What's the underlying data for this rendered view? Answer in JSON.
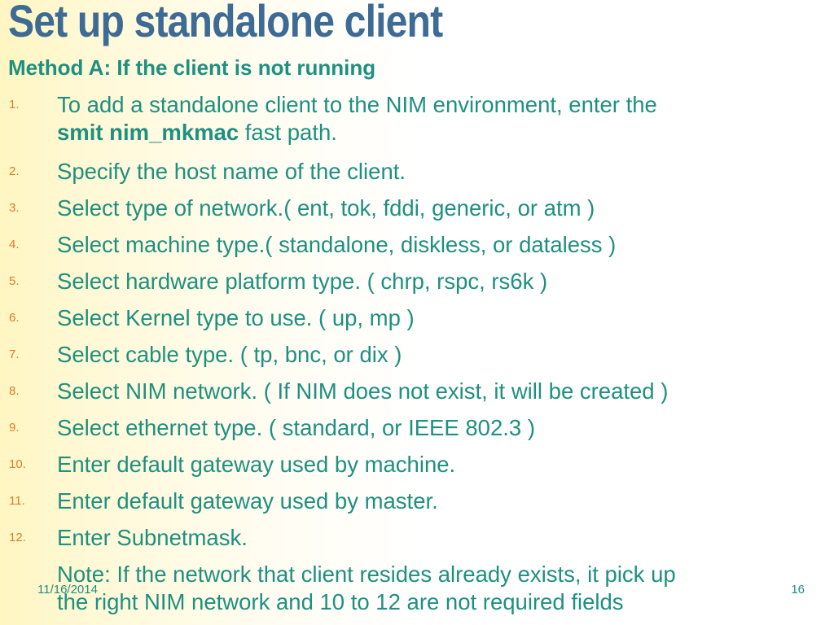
{
  "slide": {
    "title": "Set up standalone client",
    "subtitle": "Method A: If the client is not running",
    "steps": [
      {
        "num": "1.",
        "line1_pre": "To add a standalone client to the NIM environment, enter the",
        "line2_bold": "smit nim_mkmac",
        "line2_post": " fast path."
      },
      {
        "num": "2.",
        "text": "Specify the host name of the client."
      },
      {
        "num": "3.",
        "text": "Select type of network.( ent, tok, fddi, generic, or atm )"
      },
      {
        "num": "4.",
        "text": "Select machine type.( standalone, diskless, or dataless )"
      },
      {
        "num": "5.",
        "text": "Select hardware platform type. ( chrp, rspc, rs6k )"
      },
      {
        "num": "6.",
        "text": "Select Kernel type to use. ( up, mp )"
      },
      {
        "num": "7.",
        "text": "Select cable type. ( tp, bnc, or dix )"
      },
      {
        "num": "8.",
        "text": "Select NIM network. ( If NIM does not exist, it will be created )"
      },
      {
        "num": "9.",
        "text": "Select ethernet type. ( standard, or IEEE 802.3 )"
      },
      {
        "num": "10.",
        "text": "Enter default gateway used by machine."
      },
      {
        "num": "11.",
        "text": "Enter default gateway used by master."
      },
      {
        "num": "12.",
        "text": "Enter Subnetmask."
      }
    ],
    "note_line1": "Note: If the network that client resides already exists, it pick up",
    "note_line2": "the right NIM network and 10 to 12 are not required fields",
    "footer_date": "11/16/2014",
    "page_number": "16"
  },
  "colors": {
    "title": "#3d6b95",
    "body_text": "#1e9080",
    "number": "#e07a2a"
  }
}
